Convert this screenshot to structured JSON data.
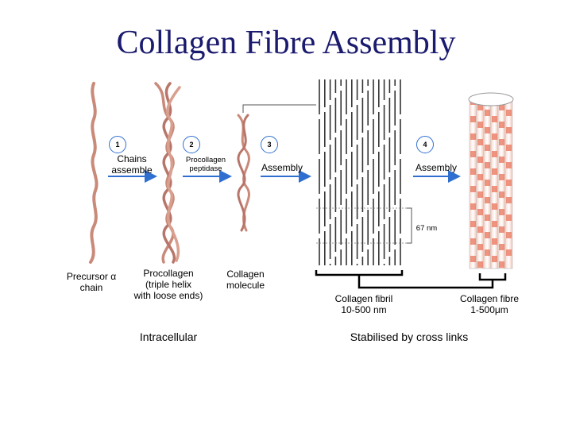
{
  "title": "Collagen Fibre Assembly",
  "steps": [
    {
      "number": "1",
      "label": "Chains assemble"
    },
    {
      "number": "2",
      "label": "Procollagen peptidase"
    },
    {
      "number": "3",
      "label": "Assembly"
    },
    {
      "number": "4",
      "label": "Assembly"
    }
  ],
  "structures": {
    "precursor": {
      "line1": "Precursor α",
      "line2": "chain"
    },
    "procollagen": {
      "line1": "Procollagen",
      "line2": "(triple helix",
      "line3": "with loose ends)"
    },
    "molecule": {
      "line1": "Collagen",
      "line2": "molecule"
    },
    "fibril": {
      "line1": "Collagen fibril",
      "line2": "10-500 nm"
    },
    "fibre": {
      "line1": "Collagen fibre",
      "line2": "1-500μm"
    }
  },
  "spacing_label": "67 nm",
  "footer": {
    "intracellular": "Intracellular",
    "stabilised": "Stabilised by cross links"
  },
  "colors": {
    "title": "#1a1a6e",
    "arrow": "#2f6fd0",
    "strand": "#c98a7a",
    "fibre_stripe": "#e8735a"
  }
}
